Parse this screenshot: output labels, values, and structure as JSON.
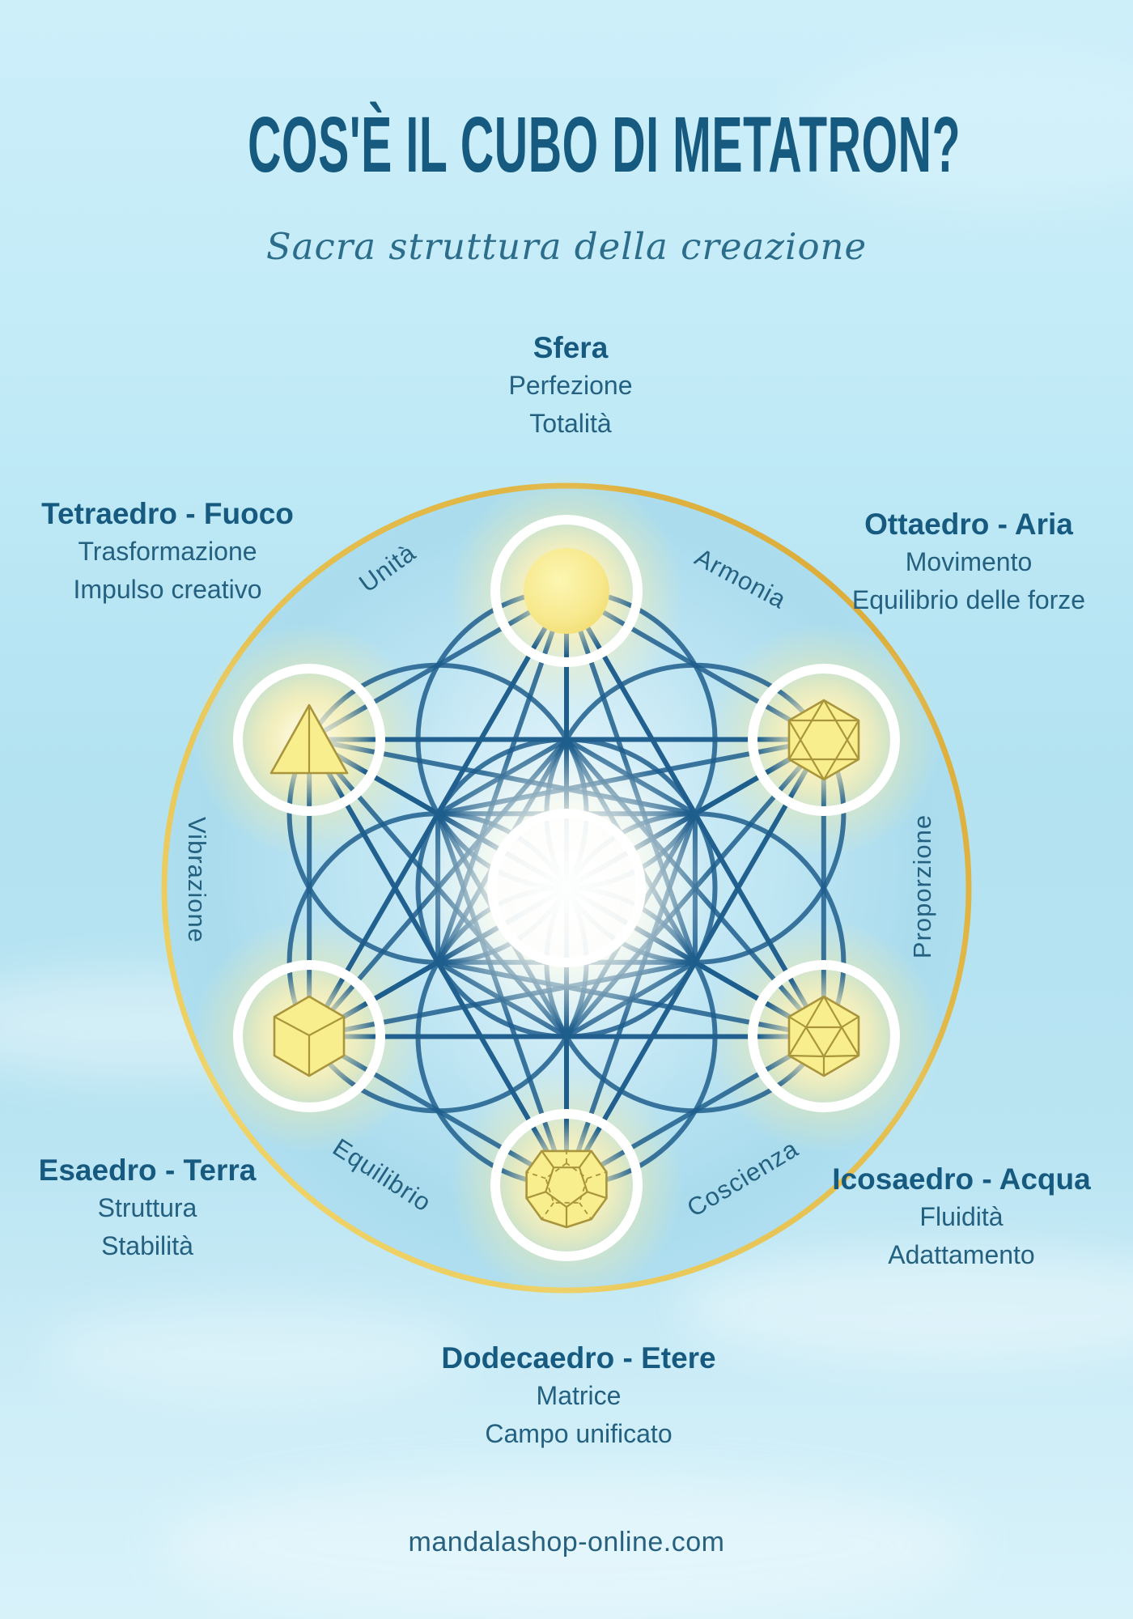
{
  "title": "COS'È IL CUBO DI METATRON?",
  "subtitle": "Sacra struttura della creazione",
  "footer": "mandalashop-online.com",
  "colors": {
    "ink": "#175a80",
    "text": "#24607f",
    "line": "#1e5e8d",
    "gold": "#e0b23c",
    "yellow": "#f8ee8e",
    "yedge": "#a9953c"
  },
  "solids": {
    "sfera": {
      "name": "Sfera",
      "traits": [
        "Perfezione",
        "Totalità"
      ]
    },
    "tetraedro": {
      "name": "Tetraedro - Fuoco",
      "traits": [
        "Trasformazione",
        "Impulso creativo"
      ]
    },
    "ottaedro": {
      "name": "Ottaedro - Aria",
      "traits": [
        "Movimento",
        "Equilibrio delle forze"
      ]
    },
    "esaedro": {
      "name": "Esaedro - Terra",
      "traits": [
        "Struttura",
        "Stabilità"
      ]
    },
    "icosaedro": {
      "name": "Icosaedro - Acqua",
      "traits": [
        "Fluidità",
        "Adattamento"
      ]
    },
    "dodecaedro": {
      "name": "Dodecaedro - Etere",
      "traits": [
        "Matrice",
        "Campo unificato"
      ]
    }
  },
  "ring_labels": {
    "unita": "Unità",
    "armonia": "Armonia",
    "vibrazione": "Vibrazione",
    "proporzione": "Proporzione",
    "equilibrio": "Equilibrio",
    "coscienza": "Coscienza"
  }
}
